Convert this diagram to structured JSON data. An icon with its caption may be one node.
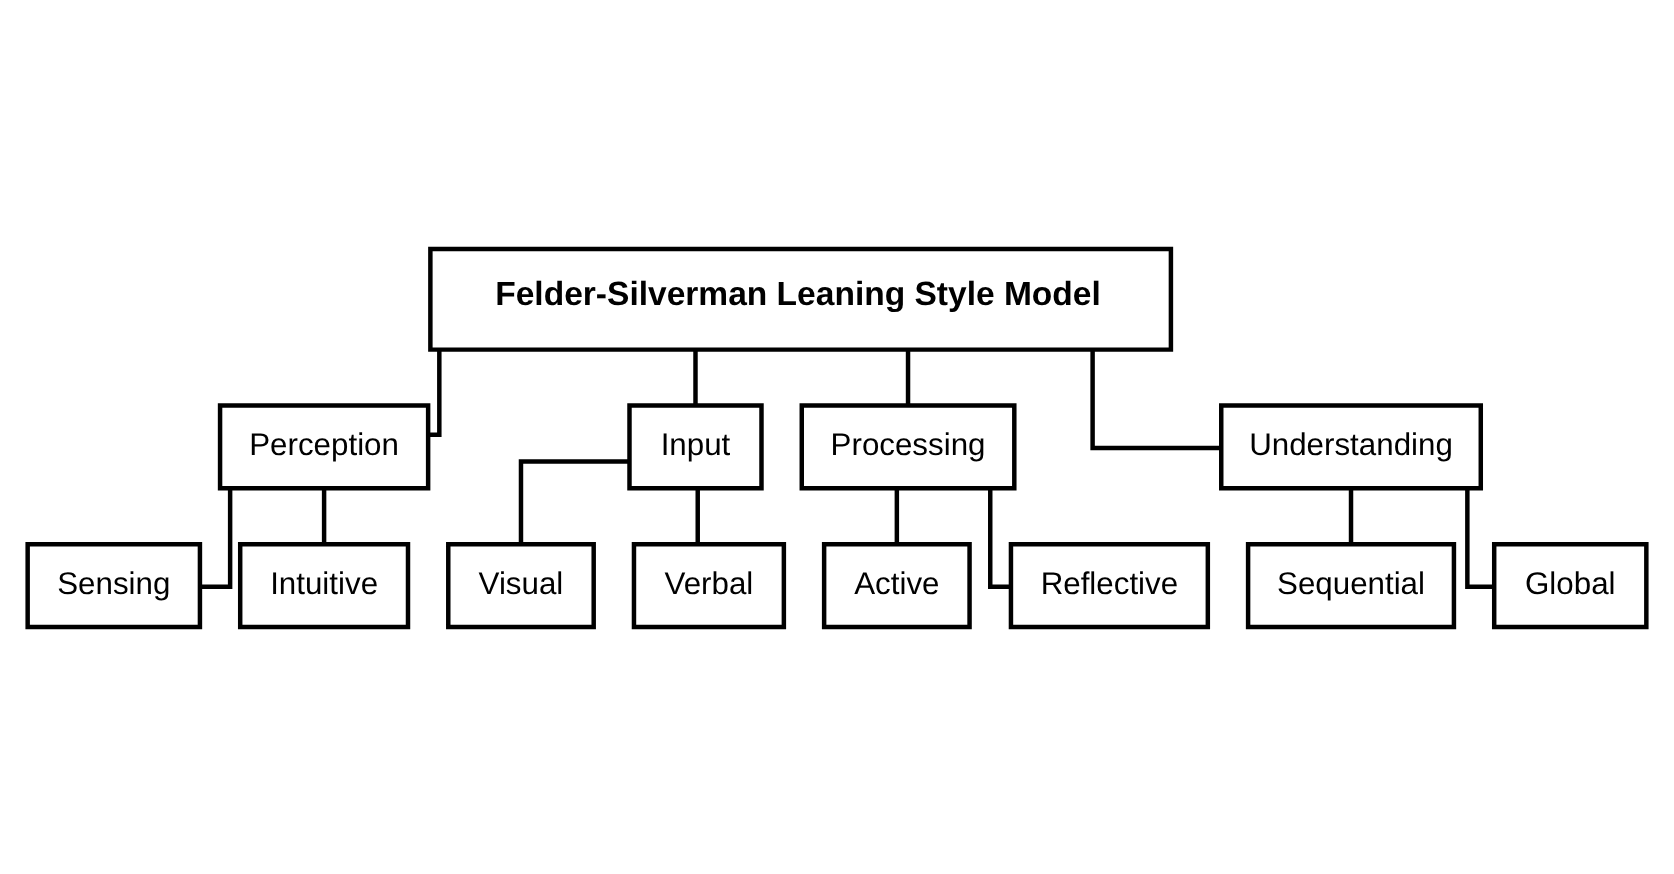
{
  "diagram": {
    "nodes": [
      {
        "text": [
          "Felder-Silverman Leaning Style Model"
        ]
      },
      {
        "text": [
          "Perception"
        ]
      },
      {
        "text": [
          "Input"
        ]
      },
      {
        "text": [
          "Processing"
        ]
      },
      {
        "text": [
          "Understanding"
        ]
      },
      {
        "text": [
          "Sensing"
        ]
      },
      {
        "text": [
          "Intuitive"
        ]
      },
      {
        "text": [
          "Visual"
        ]
      },
      {
        "text": [
          "Verbal"
        ]
      },
      {
        "text": [
          "Active"
        ]
      },
      {
        "text": [
          "Reflective"
        ]
      },
      {
        "text": [
          "Sequential"
        ]
      },
      {
        "text": [
          "Global"
        ]
      }
    ],
    "edges": [
      {
        "from": 0,
        "to": 1,
        "arrow": "none"
      },
      {
        "from": 0,
        "to": 2,
        "arrow": "none"
      },
      {
        "from": 0,
        "to": 3,
        "arrow": "none"
      },
      {
        "from": 0,
        "to": 4,
        "arrow": "none"
      },
      {
        "from": 1,
        "to": 5,
        "arrow": "none"
      },
      {
        "from": 1,
        "to": 6,
        "arrow": "none"
      },
      {
        "from": 2,
        "to": 7,
        "arrow": "none"
      },
      {
        "from": 2,
        "to": 8,
        "arrow": "none"
      },
      {
        "from": 3,
        "to": 9,
        "arrow": "none"
      },
      {
        "from": 3,
        "to": 10,
        "arrow": "none"
      },
      {
        "from": 4,
        "to": 11,
        "arrow": "none"
      },
      {
        "from": 4,
        "to": 12,
        "arrow": "none"
      }
    ]
  }
}
